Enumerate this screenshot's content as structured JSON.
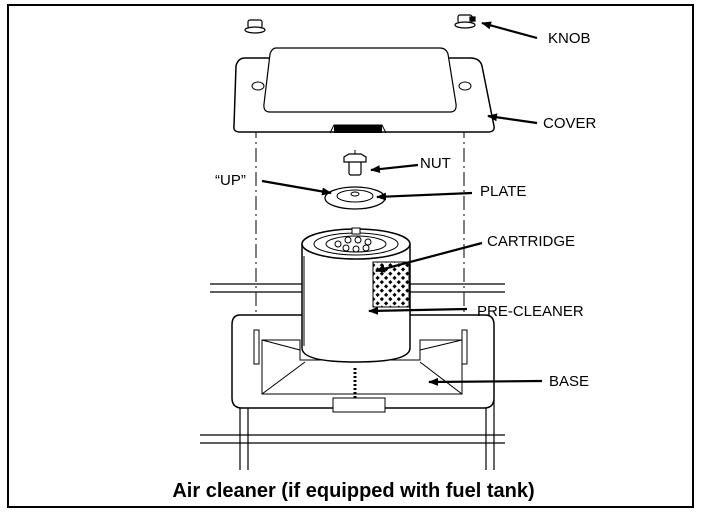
{
  "figure": {
    "caption": "Air cleaner (if equipped with fuel tank)",
    "labels": {
      "knob": "KNOB",
      "cover": "COVER",
      "nut": "NUT",
      "up": "“UP”",
      "plate": "PLATE",
      "cartridge": "CARTRIDGE",
      "pre_cleaner": "PRE-CLEANER",
      "base": "BASE"
    }
  }
}
